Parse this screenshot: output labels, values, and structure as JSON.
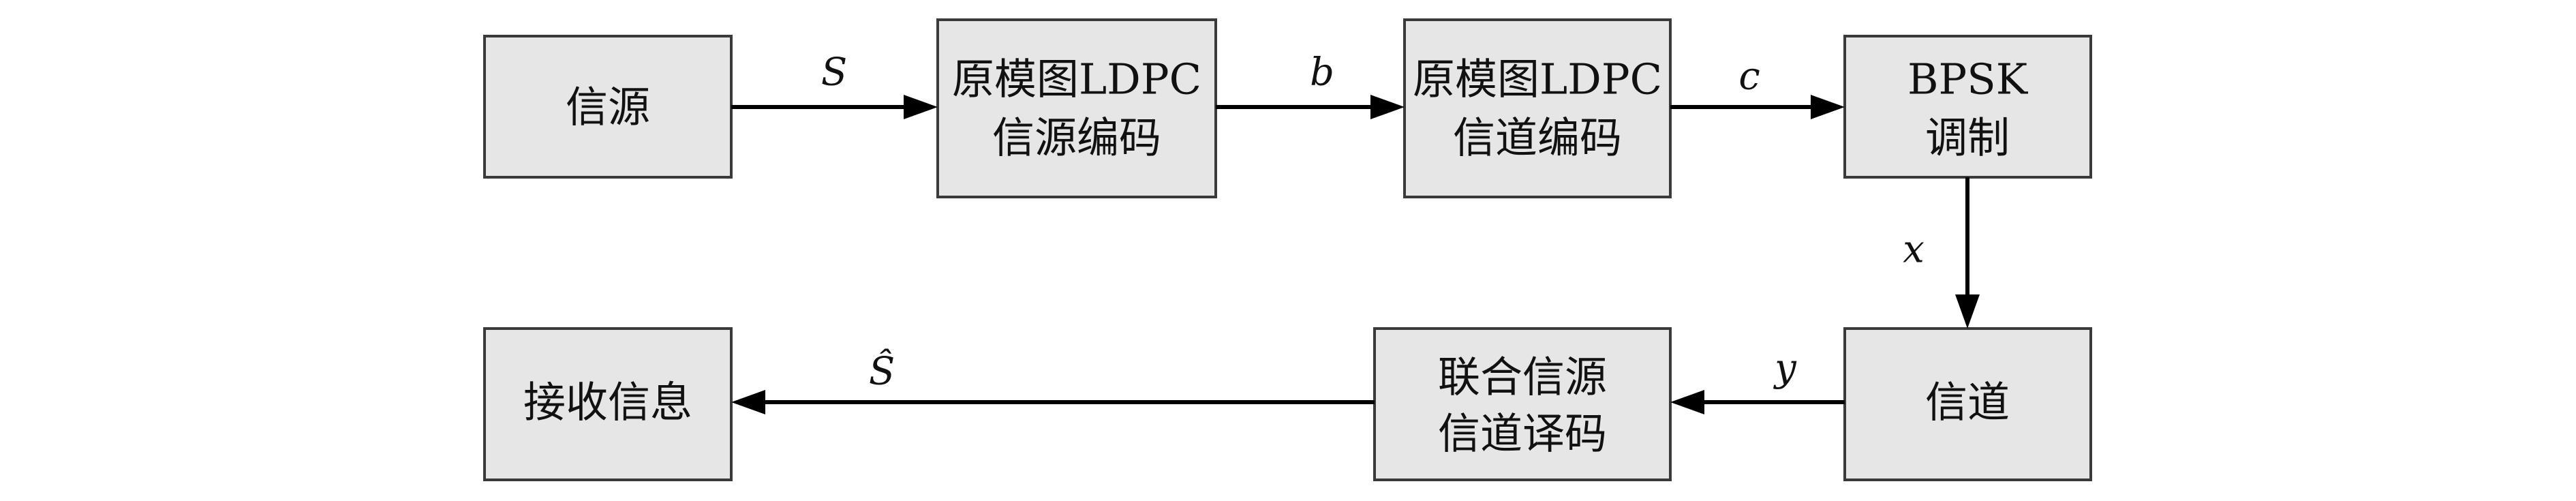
{
  "diagram": {
    "nodes": {
      "source": [
        "信源"
      ],
      "source_encoder": [
        "原模图LDPC",
        "信源编码"
      ],
      "channel_encoder": [
        "原模图LDPC",
        "信道编码"
      ],
      "modulator": [
        "BPSK",
        "调制"
      ],
      "channel": [
        "信道"
      ],
      "joint_decoder": [
        "联合信源",
        "信道译码"
      ],
      "receiver": [
        "接收信息"
      ]
    },
    "edges": {
      "source_to_source_encoder": "S",
      "source_encoder_to_channel_encoder": "b",
      "channel_encoder_to_modulator": "c",
      "modulator_to_channel": "x",
      "channel_to_joint_decoder": "y",
      "joint_decoder_to_receiver": "Ŝ"
    },
    "colors": {
      "box_fill": "#e6e6e6",
      "box_stroke": "#3a3a3a",
      "arrow": "#000000"
    }
  }
}
